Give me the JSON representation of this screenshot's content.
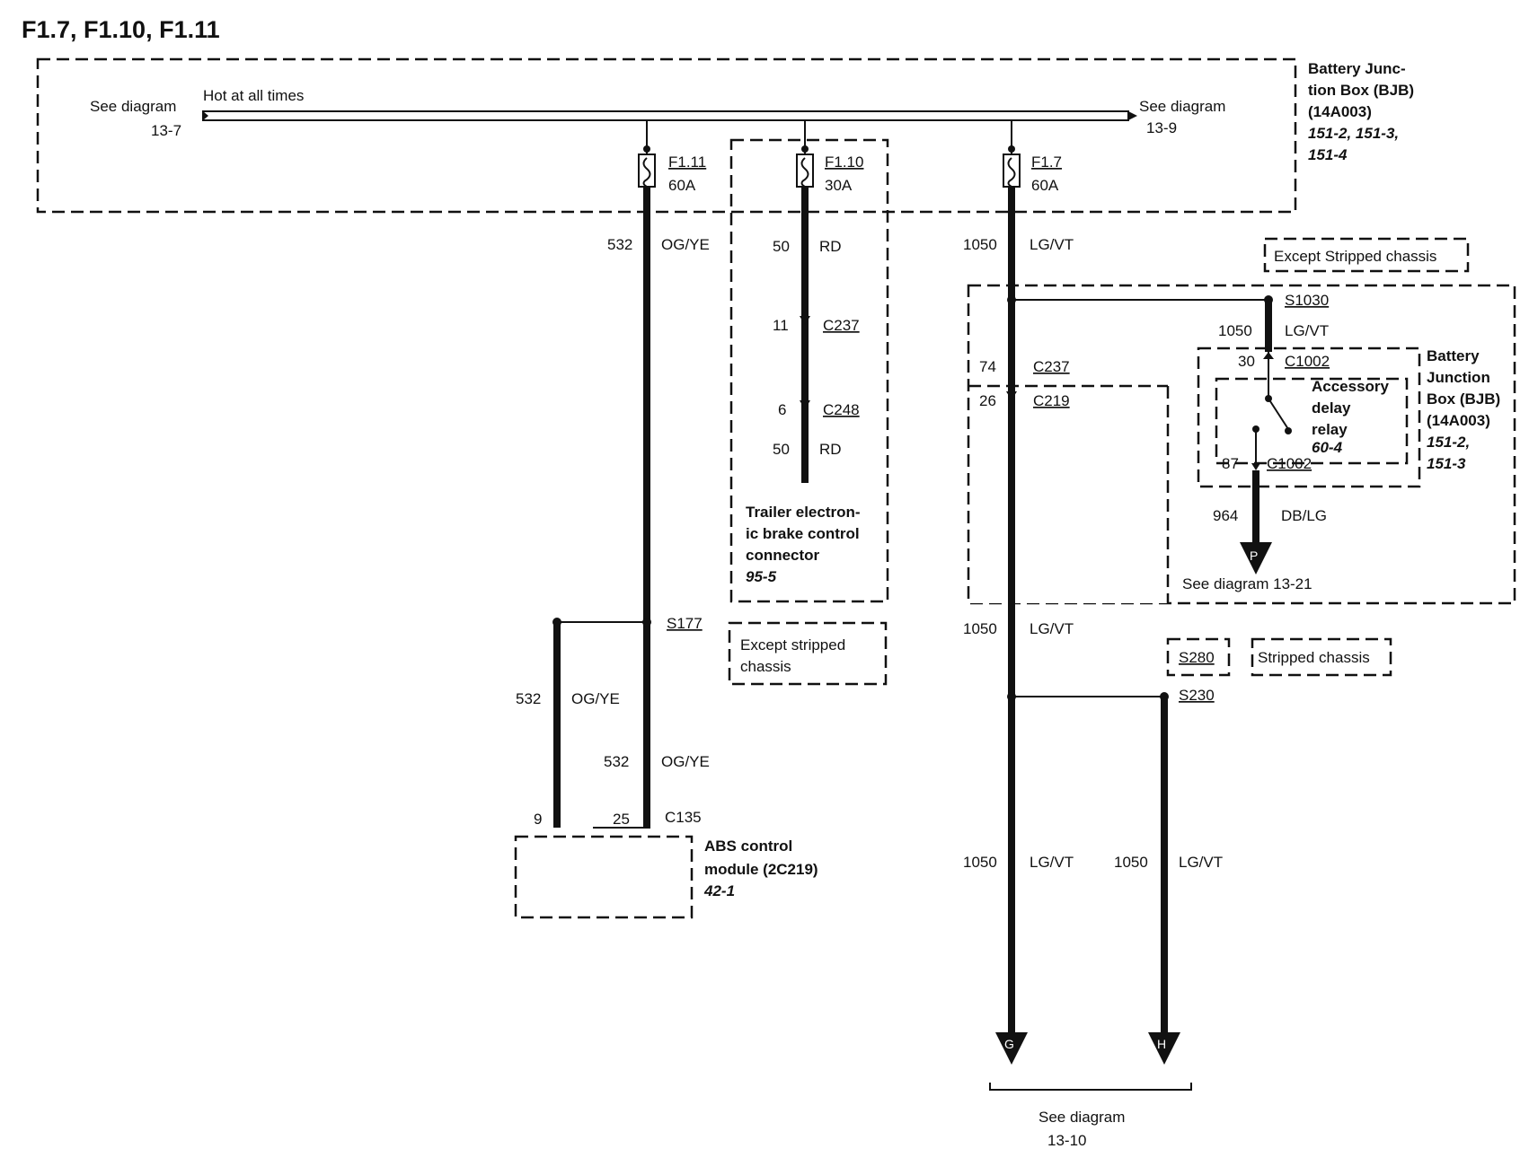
{
  "title": "F1.7, F1.10, F1.11",
  "bus": {
    "left_ref_line1": "See diagram",
    "left_ref_line2": "13-7",
    "hot_label": "Hot at all times",
    "right_ref_line1": "See diagram",
    "right_ref_line2": "13-9"
  },
  "bjb_main": {
    "line1": "Battery Junc-",
    "line2": "tion Box (BJB)",
    "line3": "(14A003)",
    "line4": "151-2, 151-3,",
    "line5": "151-4"
  },
  "fuses": {
    "f111": {
      "name": "F1.11",
      "rating": "60A"
    },
    "f110": {
      "name": "F1.10",
      "rating": "30A"
    },
    "f17": {
      "name": "F1.7",
      "rating": "60A"
    }
  },
  "circuit_532": {
    "num_top": "532",
    "color_top": "OG/YE",
    "splice": "S177",
    "num_branch": "532",
    "color_branch": "OG/YE",
    "num_main": "532",
    "color_main": "OG/YE",
    "pin_branch": "9",
    "pin_main": "25",
    "connector": "C135"
  },
  "except_stripped_1": {
    "line1": "Except stripped",
    "line2": "chassis"
  },
  "abs_module": {
    "line1": "ABS control",
    "line2": "module (2C219)",
    "line3": "42-1"
  },
  "circuit_50": {
    "num_top": "50",
    "color_top": "RD",
    "pin1": "11",
    "conn1": "C237",
    "pin2": "6",
    "conn2": "C248",
    "num_bottom": "50",
    "color_bottom": "RD"
  },
  "trailer": {
    "line1": "Trailer electron-",
    "line2": "ic brake control",
    "line3": "connector",
    "line4": "95-5"
  },
  "circuit_1050": {
    "num_top": "1050",
    "color_top": "LG/VT",
    "except_stripped": "Except Stripped chassis",
    "splice_s1030": "S1030",
    "num_s1030": "1050",
    "color_s1030": "LG/VT",
    "pin74": "74",
    "conn_c237": "C237",
    "pin26": "26",
    "conn_c219": "C219",
    "num_mid": "1050",
    "color_mid": "LG/VT",
    "s280": "S280",
    "stripped": "Stripped chassis",
    "splice_s230": "S230",
    "num_g": "1050",
    "color_g": "LG/VT",
    "num_h": "1050",
    "color_h": "LG/VT",
    "arrow_g": "G",
    "arrow_h": "H",
    "ref_line1": "See diagram",
    "ref_line2": "13-10"
  },
  "relay": {
    "pin30": "30",
    "conn_top": "C1002",
    "label1": "Accessory",
    "label2": "delay",
    "label3": "relay",
    "label4": "60-4",
    "pin87": "87",
    "conn_bottom": "C1002",
    "num_out": "964",
    "color_out": "DB/LG",
    "arrow": "P",
    "ref": "See diagram  13-21"
  },
  "bjb_relay": {
    "line1": "Battery",
    "line2": "Junction",
    "line3": "Box (BJB)",
    "line4": "(14A003)",
    "line5": "151-2,",
    "line6": "151-3"
  }
}
